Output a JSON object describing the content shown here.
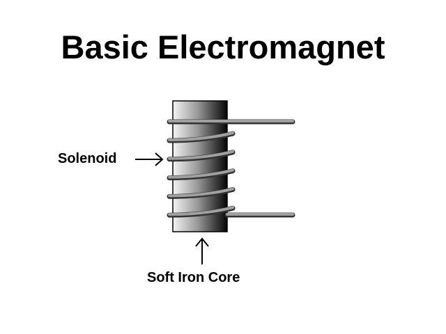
{
  "title": "Basic Electromagnet",
  "labels": {
    "solenoid": "Solenoid",
    "core": "Soft Iron Core"
  },
  "colors": {
    "wire": "#8c8c8c",
    "core_light": "#f2f2f2",
    "core_dark": "#0a0a0a"
  },
  "coil_turns": 5
}
